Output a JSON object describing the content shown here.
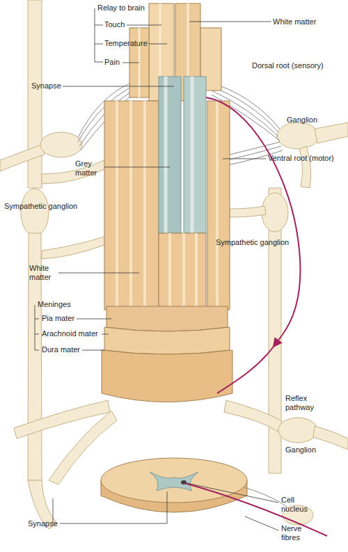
{
  "diagram": {
    "labels": [
      "Relay to brain",
      "Touch",
      "White matter",
      "Temperature",
      "Pain",
      "Synapse",
      "Dorsal root (sensory)",
      "Ganglion",
      "Ventral root (motor)",
      "Grey matter",
      "Sympathetic ganglion",
      "Sympathetic ganglion",
      "White matter",
      "Meninges",
      "Pia mater",
      "Arachnoid mater",
      "Dura mater",
      "Reflex pathway",
      "Ganglion",
      "Cell nucleus",
      "Synapse",
      "Nerve fibres"
    ]
  }
}
